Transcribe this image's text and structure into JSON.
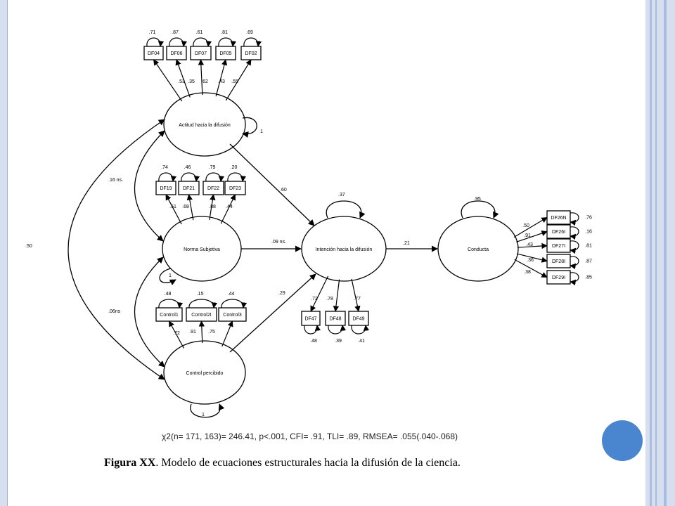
{
  "latents": {
    "actitud": "Actitud hacia la difusión",
    "norma": "Norma Subjetiva",
    "control": "Control percibido",
    "intencion": "Intención hacia la difusión",
    "conducta": "Conducta"
  },
  "indicators": {
    "actitud": [
      {
        "name": "DF04",
        "loading": ".53",
        "residual": ".71"
      },
      {
        "name": "DF06",
        "loading": ".35",
        "residual": ".87"
      },
      {
        "name": "DF07",
        "loading": ".62",
        "residual": ".61"
      },
      {
        "name": "DF05",
        "loading": ".43",
        "residual": ".81"
      },
      {
        "name": "DF02",
        "loading": ".55",
        "residual": ".69"
      }
    ],
    "norma": [
      {
        "name": "DF19",
        "loading": ".51",
        "residual": ".74"
      },
      {
        "name": "DF21",
        "loading": ".68",
        "residual": ".46"
      },
      {
        "name": "DF22",
        "loading": ".88",
        "residual": ".79"
      },
      {
        "name": "DF23",
        "loading": ".44",
        "residual": ".20"
      }
    ],
    "control": [
      {
        "name": "Control1",
        "loading": ".72",
        "residual": ".48"
      },
      {
        "name": "Control2I",
        "loading": ".91",
        "residual": ".15"
      },
      {
        "name": "Control3",
        "loading": ".75",
        "residual": ".44"
      }
    ],
    "intencion": [
      {
        "name": "DF47",
        "loading": ".72",
        "residual": ".48"
      },
      {
        "name": "DF48",
        "loading": ".78",
        "residual": ".39"
      },
      {
        "name": "DF49",
        "loading": ".77",
        "residual": ".41"
      }
    ],
    "conducta": [
      {
        "name": "DF26N",
        "loading": ".50",
        "residual": ".76"
      },
      {
        "name": "DF26I",
        "loading": ".91",
        "residual": ".16"
      },
      {
        "name": "DF27I",
        "loading": ".43",
        "residual": ".81"
      },
      {
        "name": "DF28I",
        "loading": ".36",
        "residual": ".87"
      },
      {
        "name": "DF29I",
        "loading": ".38",
        "residual": ".85"
      }
    ]
  },
  "paths": {
    "actitud_intencion": ".60",
    "norma_intencion": ".09 ns.",
    "control_intencion": ".29",
    "intencion_conducta": ".21"
  },
  "covariances": {
    "actitud_norma": ".16 ns.",
    "actitud_control": ".50",
    "norma_control": ".06ns"
  },
  "variances": {
    "actitud": "1",
    "norma": "1",
    "control": "1",
    "intencion": ".37",
    "conducta": ".95"
  },
  "fit": "χ2(n= 171, 163)= 246.41, p<.001, CFI= .91, TLI= .89, RMSEA= .055(.040-.068)",
  "caption": {
    "label": "Figura XX",
    "text": ". Modelo de ecuaciones estructurales hacia la difusión de la ciencia."
  }
}
